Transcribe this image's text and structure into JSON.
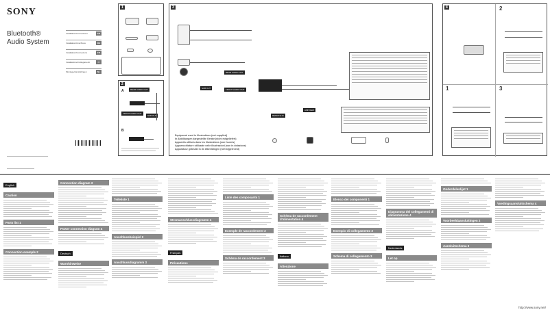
{
  "cover": {
    "brand": "SONY",
    "product_title": "Bluetooth® Audio System",
    "languages": [
      {
        "label": "Installation/Connections",
        "code": "GB"
      },
      {
        "label": "Installation/Anschluss",
        "code": "DE"
      },
      {
        "label": "Installation/Connexions",
        "code": "FR"
      },
      {
        "label": "Installazione/Collegamenti",
        "code": "IT"
      },
      {
        "label": "Montage/Aansluitingen",
        "code": "NL"
      }
    ]
  },
  "panels": {
    "p1": "1",
    "p2": "2",
    "p3": "3",
    "p4": "4",
    "p2b": "2",
    "p1b": "1",
    "p3b": "3",
    "p2_sub_a": "A",
    "p2_sub_b": "B"
  },
  "diagram_labels": {
    "sub_out": "SUB OUT",
    "rear_audio_out": "REAR AUDIO OUT",
    "front_audio_out": "FRONT AUDIO OUT",
    "remote_in": "REMOTE IN",
    "amp_remote": "AMP REM"
  },
  "legend": {
    "line1": "Equipment used in illustrations (not supplied)",
    "line2": "In Abbildungen dargestellte Geräte (nicht mitgeliefert)",
    "line3": "Appareils utilisés dans les illustrations (non fournis)",
    "line4": "Apparecchiature utilizzate nelle illustrazioni (non in dotazione)",
    "line5": "Apparatuur gebruikt in de afbeeldingen (niet bijgeleverd)"
  },
  "sections": {
    "english_tag": "English",
    "deutsch_tag": "Deutsch",
    "francais_tag": "Français",
    "italiano_tag": "Italiano",
    "nederlands_tag": "Nederlands",
    "col1": [
      "Caution",
      "Parts list 1",
      "Connection example 2"
    ],
    "col2": [
      "Connection diagram 3",
      "Power connection diagram 4",
      "Warnhinweise"
    ],
    "col3": [
      "Teileliste 1",
      "Anschlussbeispiel 2",
      "Anschlussdiagramm 3"
    ],
    "col4": [
      "Stromanschlussdiagramm 4",
      "Précautions"
    ],
    "col5": [
      "Liste des composants 1",
      "Exemple de raccordement 2",
      "Schéma de raccordement 3"
    ],
    "col6": [
      "Schéma de raccordement d'alimentation 4",
      "Attenzione"
    ],
    "col7": [
      "Elenco dei componenti 1",
      "Esempio di collegamento 2",
      "Schema di collegamento 3"
    ],
    "col8": [
      "Diagramma dei collegamenti di alimentazione 4",
      "Let op"
    ],
    "col9": [
      "Onderdelenlijst 1",
      "Voorbeeldaansluitingen 2",
      "Aansluitschema 3"
    ],
    "col10": [
      "Voedingsaansluitschema 4"
    ]
  },
  "footer_url": "http://www.sony.net/"
}
